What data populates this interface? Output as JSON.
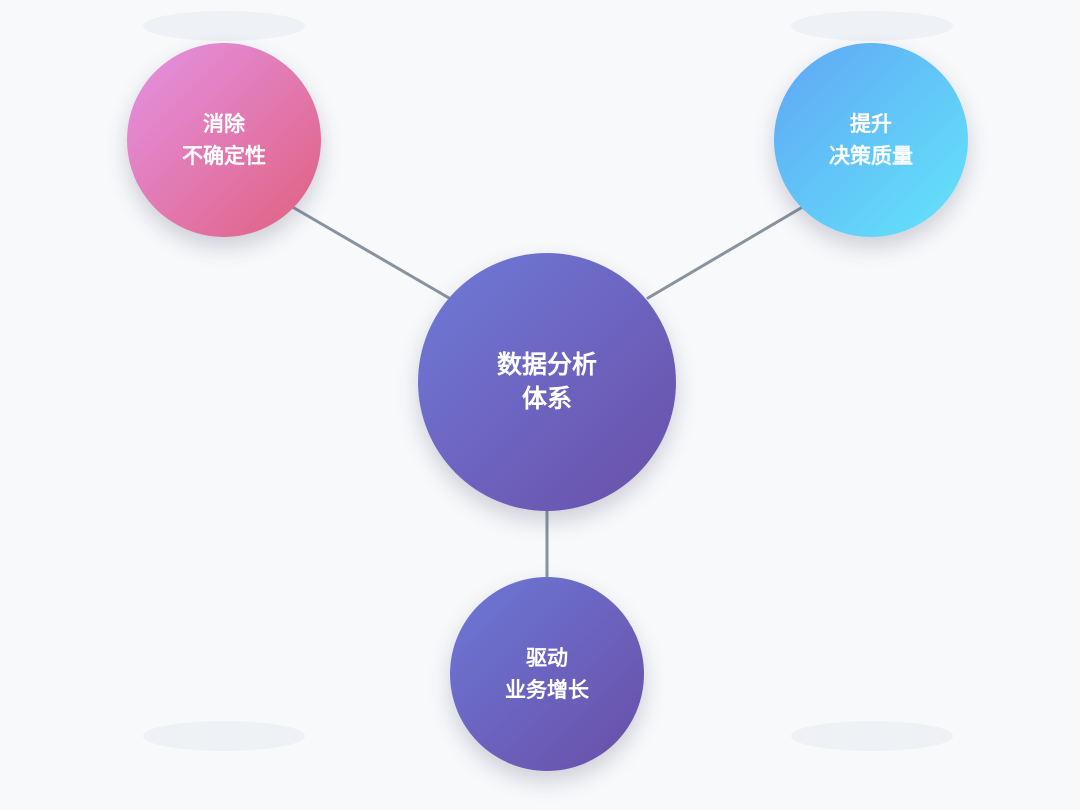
{
  "diagram": {
    "center": {
      "line1": "数据分析",
      "line2": "体系"
    },
    "top_left": {
      "line1": "消除",
      "line2": "不确定性"
    },
    "top_right": {
      "line1": "提升",
      "line2": "决策质量"
    },
    "bottom": {
      "line1": "驱动",
      "line2": "业务增长"
    }
  },
  "colors": {
    "center_start": "#6f7ad8",
    "center_end": "#6a4fa8",
    "top_left_start": "#e493e6",
    "top_left_end": "#e0607e",
    "top_right_start": "#5fa6f4",
    "top_right_end": "#64e5fb",
    "bottom_start": "#6c78d8",
    "bottom_end": "#6a4ea6",
    "connector": "#8a92a0",
    "background": "#f7f9fb"
  }
}
